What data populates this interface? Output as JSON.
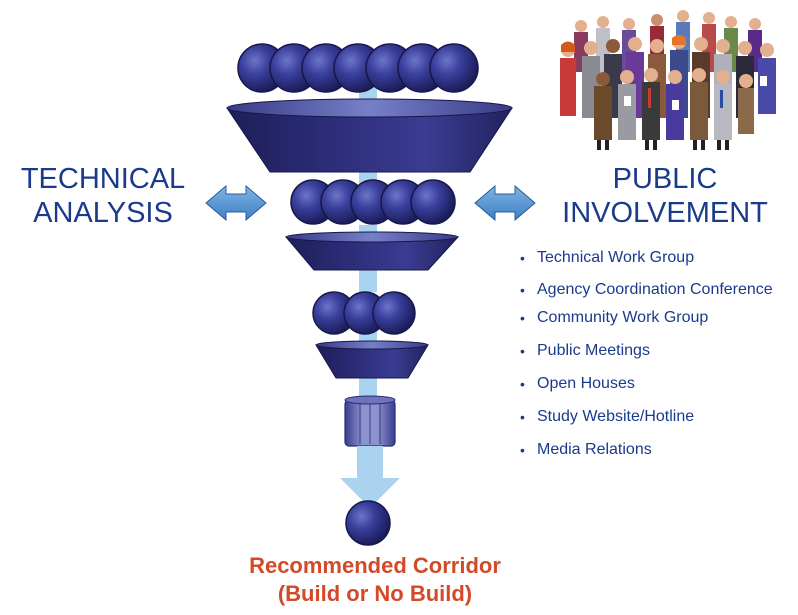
{
  "left_title": {
    "line1": "TECHNICAL",
    "line2": "ANALYSIS"
  },
  "right_title": {
    "line1": "PUBLIC",
    "line2": "INVOLVEMENT"
  },
  "public_involvement_items": [
    "Technical Work Group",
    "Agency Coordination Conference",
    "Community Work Group",
    "Public Meetings",
    "Open Houses",
    "Study Website/Hotline",
    "Media Relations"
  ],
  "result": {
    "line1": "Recommended Corridor",
    "line2": "(Build or No Build)"
  },
  "funnel": {
    "stage_ball_counts": [
      7,
      5,
      3,
      1
    ]
  },
  "colors": {
    "title_blue": "#1a3a8c",
    "funnel_navy": "#2a2a6e",
    "arrow_blue": "#4f8fd0",
    "stream_light_blue": "#a9d3ee",
    "result_orange": "#d24a28"
  },
  "icons": {
    "people": "crowd-of-people-icon",
    "double_arrow": "double-arrow-icon"
  }
}
